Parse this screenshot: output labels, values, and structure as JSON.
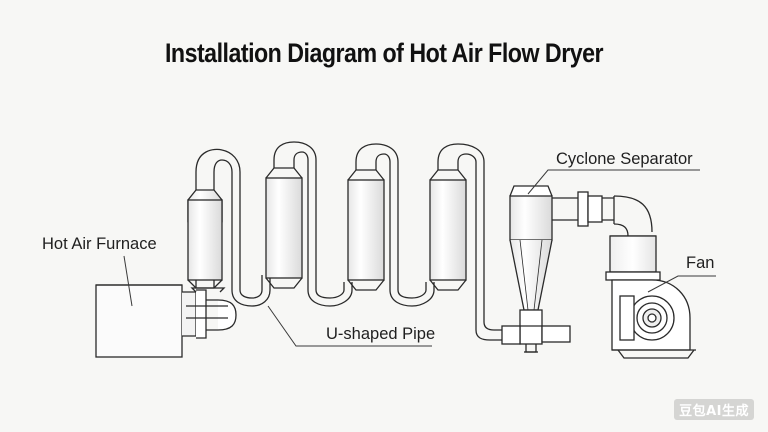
{
  "title": "Installation Diagram of Hot Air Flow Dryer",
  "labels": {
    "hot_air_furnace": "Hot Air Furnace",
    "u_shaped_pipe": "U-shaped Pipe",
    "cyclone_separator": "Cyclone Separator",
    "fan": "Fan"
  },
  "watermark": "豆包AI生成",
  "colors": {
    "background": "#f7f7f5",
    "line": "#2a2a2a",
    "text": "#1f1f1f"
  }
}
